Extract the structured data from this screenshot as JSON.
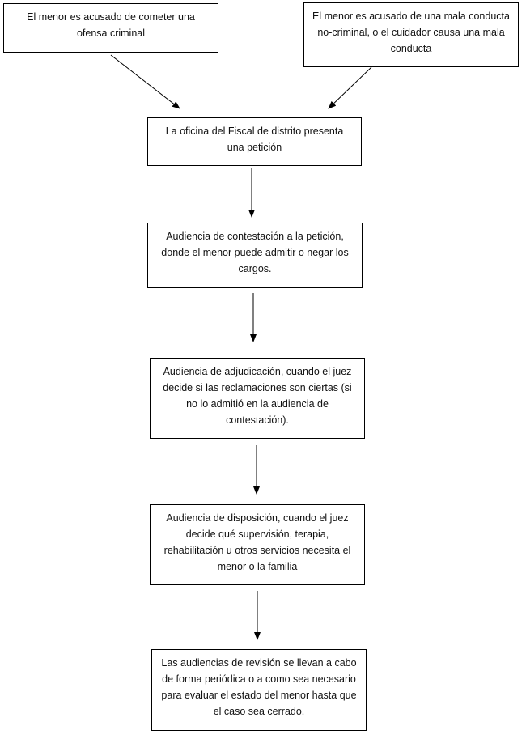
{
  "diagram": {
    "nodes": [
      {
        "id": "n1",
        "text": "El menor es acusado de cometer una ofensa criminal"
      },
      {
        "id": "n2",
        "text": "El menor es acusado de una mala conducta no-criminal, o el cuidador causa una mala conducta"
      },
      {
        "id": "n3",
        "text": "La oficina del Fiscal de distrito presenta una petición"
      },
      {
        "id": "n4",
        "text": "Audiencia de contestación a la petición, donde el menor puede admitir o negar los cargos."
      },
      {
        "id": "n5",
        "text": "Audiencia de adjudicación, cuando el juez decide si las reclamaciones son ciertas (si no lo admitió en la audiencia de contestación)."
      },
      {
        "id": "n6",
        "text": "Audiencia de disposición, cuando el juez decide qué supervisión, terapia, rehabilitación u otros servicios necesita el menor o la familia"
      },
      {
        "id": "n7",
        "text": "Las audiencias de revisión se llevan a cabo de forma periódica o a como sea necesario para evaluar el estado del menor hasta que el caso sea cerrado."
      }
    ],
    "edges": [
      {
        "from": "n1",
        "to": "n3"
      },
      {
        "from": "n2",
        "to": "n3"
      },
      {
        "from": "n3",
        "to": "n4"
      },
      {
        "from": "n4",
        "to": "n5"
      },
      {
        "from": "n5",
        "to": "n6"
      },
      {
        "from": "n6",
        "to": "n7"
      }
    ]
  }
}
